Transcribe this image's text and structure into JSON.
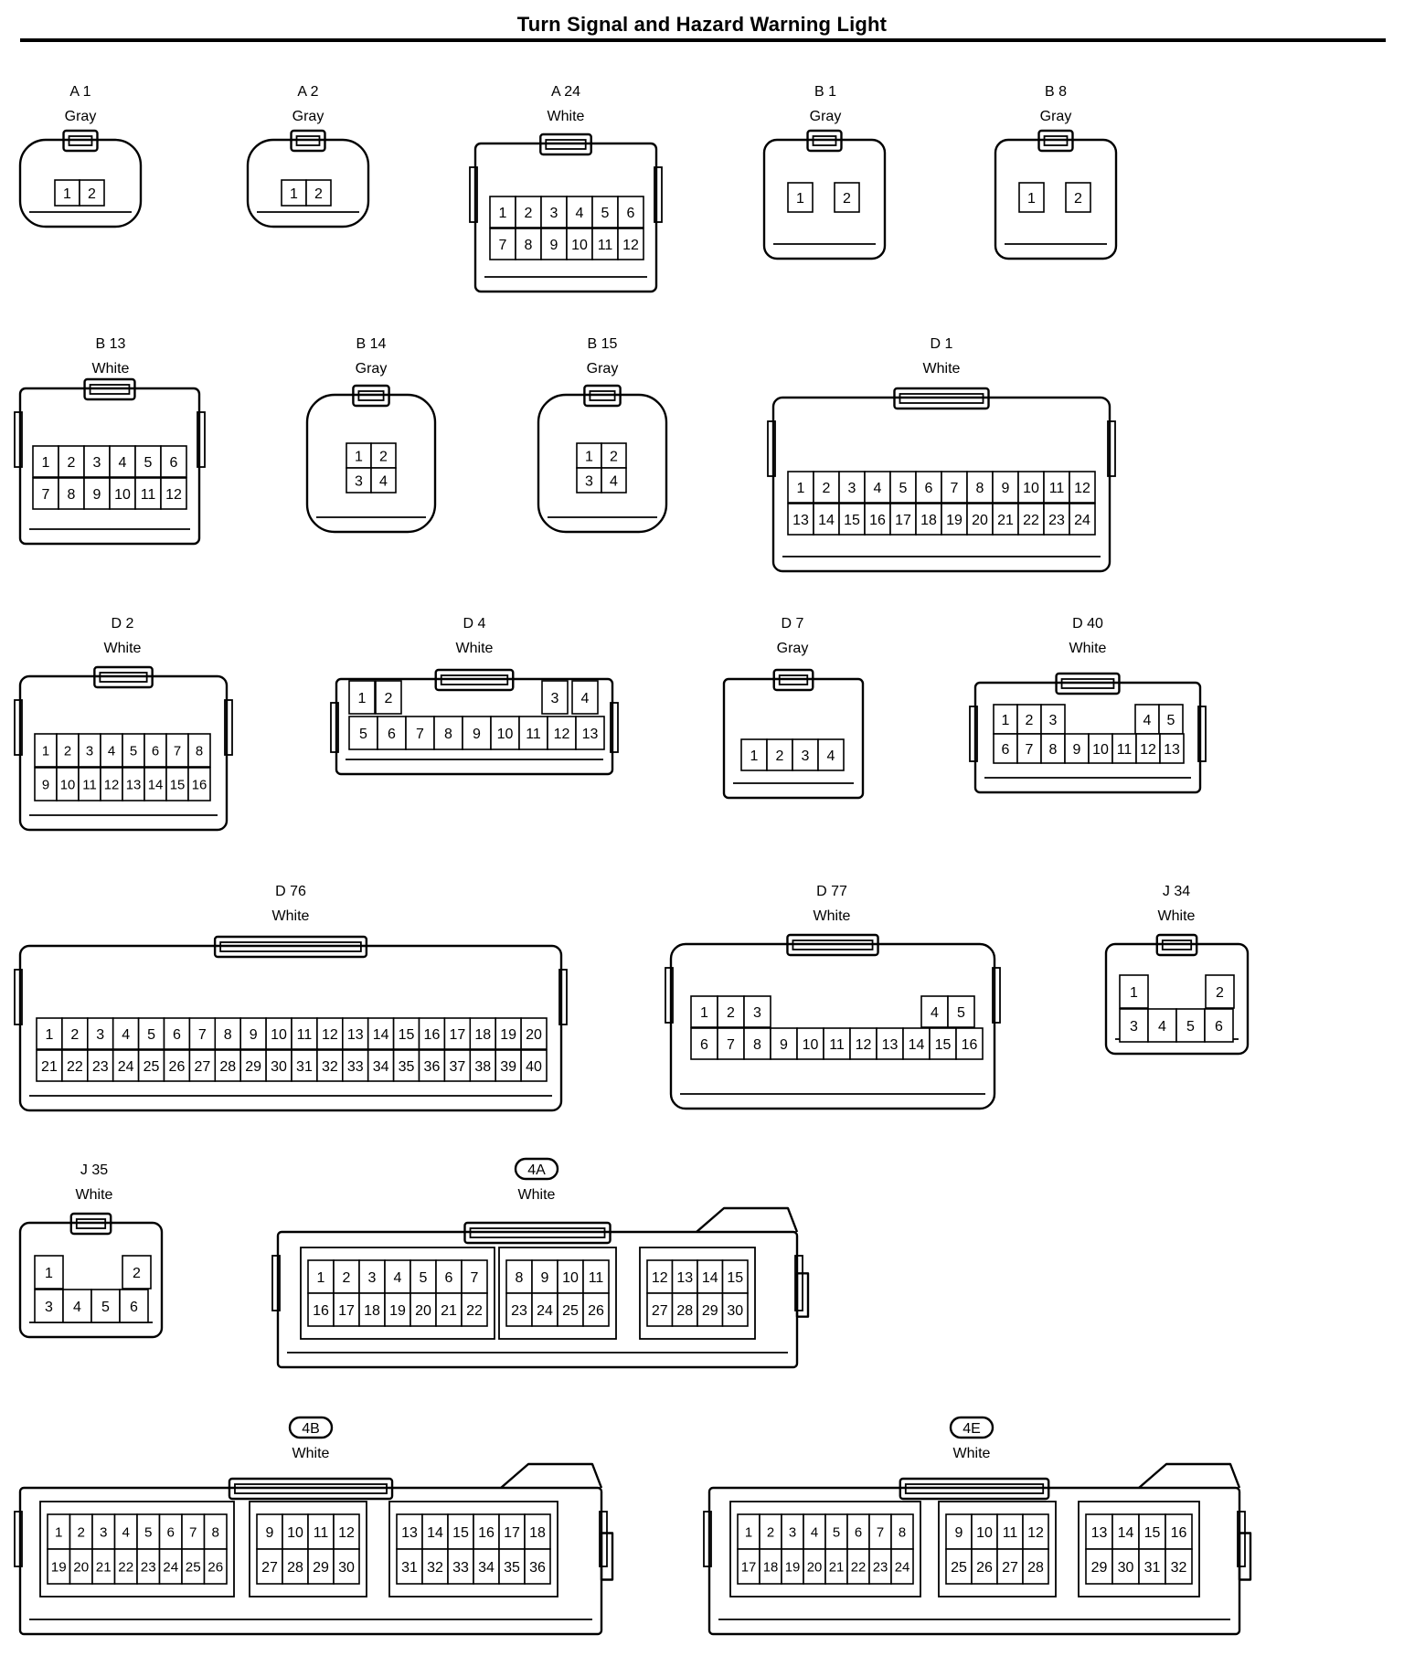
{
  "page": {
    "title": "Turn Signal and Hazard Warning Light"
  },
  "connectors": [
    {
      "id": "A 1",
      "color": "Gray",
      "boxed": false,
      "pins": [
        [
          1,
          2
        ]
      ]
    },
    {
      "id": "A 2",
      "color": "Gray",
      "boxed": false,
      "pins": [
        [
          1,
          2
        ]
      ]
    },
    {
      "id": "A 24",
      "color": "White",
      "boxed": false,
      "pins": [
        [
          1,
          2,
          3,
          4,
          5,
          6
        ],
        [
          7,
          8,
          9,
          10,
          11,
          12
        ]
      ]
    },
    {
      "id": "B 1",
      "color": "Gray",
      "boxed": false,
      "pins": [
        [
          1,
          2
        ]
      ]
    },
    {
      "id": "B 8",
      "color": "Gray",
      "boxed": false,
      "pins": [
        [
          1,
          2
        ]
      ]
    },
    {
      "id": "B 13",
      "color": "White",
      "boxed": false,
      "pins": [
        [
          1,
          2,
          3,
          4,
          5,
          6
        ],
        [
          7,
          8,
          9,
          10,
          11,
          12
        ]
      ]
    },
    {
      "id": "B 14",
      "color": "Gray",
      "boxed": false,
      "pins": [
        [
          1,
          2
        ],
        [
          3,
          4
        ]
      ]
    },
    {
      "id": "B 15",
      "color": "Gray",
      "boxed": false,
      "pins": [
        [
          1,
          2
        ],
        [
          3,
          4
        ]
      ]
    },
    {
      "id": "D 1",
      "color": "White",
      "boxed": false,
      "pins": [
        [
          1,
          2,
          3,
          4,
          5,
          6,
          7,
          8,
          9,
          10,
          11,
          12
        ],
        [
          13,
          14,
          15,
          16,
          17,
          18,
          19,
          20,
          21,
          22,
          23,
          24
        ]
      ]
    },
    {
      "id": "D 2",
      "color": "White",
      "boxed": false,
      "pins": [
        [
          1,
          2,
          3,
          4,
          5,
          6,
          7,
          8
        ],
        [
          9,
          10,
          11,
          12,
          13,
          14,
          15,
          16
        ]
      ]
    },
    {
      "id": "D 4",
      "color": "White",
      "boxed": false,
      "pins": [
        [
          1,
          2,
          3,
          4
        ],
        [
          5,
          6,
          7,
          8,
          9,
          10,
          11,
          12,
          13
        ]
      ]
    },
    {
      "id": "D 7",
      "color": "Gray",
      "boxed": false,
      "pins": [
        [
          1,
          2,
          3,
          4
        ]
      ]
    },
    {
      "id": "D 40",
      "color": "White",
      "boxed": false,
      "pins": [
        [
          1,
          2,
          3,
          4,
          5
        ],
        [
          6,
          7,
          8,
          9,
          10,
          11,
          12,
          13
        ]
      ]
    },
    {
      "id": "D 76",
      "color": "White",
      "boxed": false,
      "pins": [
        [
          1,
          2,
          3,
          4,
          5,
          6,
          7,
          8,
          9,
          10,
          11,
          12,
          13,
          14,
          15,
          16,
          17,
          18,
          19,
          20
        ],
        [
          21,
          22,
          23,
          24,
          25,
          26,
          27,
          28,
          29,
          30,
          31,
          32,
          33,
          34,
          35,
          36,
          37,
          38,
          39,
          40
        ]
      ]
    },
    {
      "id": "D 77",
      "color": "White",
      "boxed": false,
      "pins": [
        [
          1,
          2,
          3,
          4,
          5
        ],
        [
          6,
          7,
          8,
          9,
          10,
          11,
          12,
          13,
          14,
          15,
          16
        ]
      ]
    },
    {
      "id": "J 34",
      "color": "White",
      "boxed": false,
      "pins": [
        [
          1,
          2
        ],
        [
          3,
          4,
          5,
          6
        ]
      ]
    },
    {
      "id": "J 35",
      "color": "White",
      "boxed": false,
      "pins": [
        [
          1,
          2
        ],
        [
          3,
          4,
          5,
          6
        ]
      ]
    },
    {
      "id": "4A",
      "color": "White",
      "boxed": true,
      "groups": [
        [
          [
            1,
            2,
            3,
            4,
            5,
            6,
            7
          ],
          [
            16,
            17,
            18,
            19,
            20,
            21,
            22
          ]
        ],
        [
          [
            8,
            9,
            10,
            11
          ],
          [
            23,
            24,
            25,
            26
          ]
        ],
        [
          [
            12,
            13,
            14,
            15
          ],
          [
            27,
            28,
            29,
            30
          ]
        ]
      ]
    },
    {
      "id": "4B",
      "color": "White",
      "boxed": true,
      "groups": [
        [
          [
            1,
            2,
            3,
            4,
            5,
            6,
            7,
            8
          ],
          [
            19,
            20,
            21,
            22,
            23,
            24,
            25,
            26
          ]
        ],
        [
          [
            9,
            10,
            11,
            12
          ],
          [
            27,
            28,
            29,
            30
          ]
        ],
        [
          [
            13,
            14,
            15,
            16,
            17,
            18
          ],
          [
            31,
            32,
            33,
            34,
            35,
            36
          ]
        ]
      ]
    },
    {
      "id": "4E",
      "color": "White",
      "boxed": true,
      "groups": [
        [
          [
            1,
            2,
            3,
            4,
            5,
            6,
            7,
            8
          ],
          [
            17,
            18,
            19,
            20,
            21,
            22,
            23,
            24
          ]
        ],
        [
          [
            9,
            10,
            11,
            12
          ],
          [
            25,
            26,
            27,
            28
          ]
        ],
        [
          [
            13,
            14,
            15,
            16
          ],
          [
            29,
            30,
            31,
            32
          ]
        ]
      ]
    }
  ]
}
